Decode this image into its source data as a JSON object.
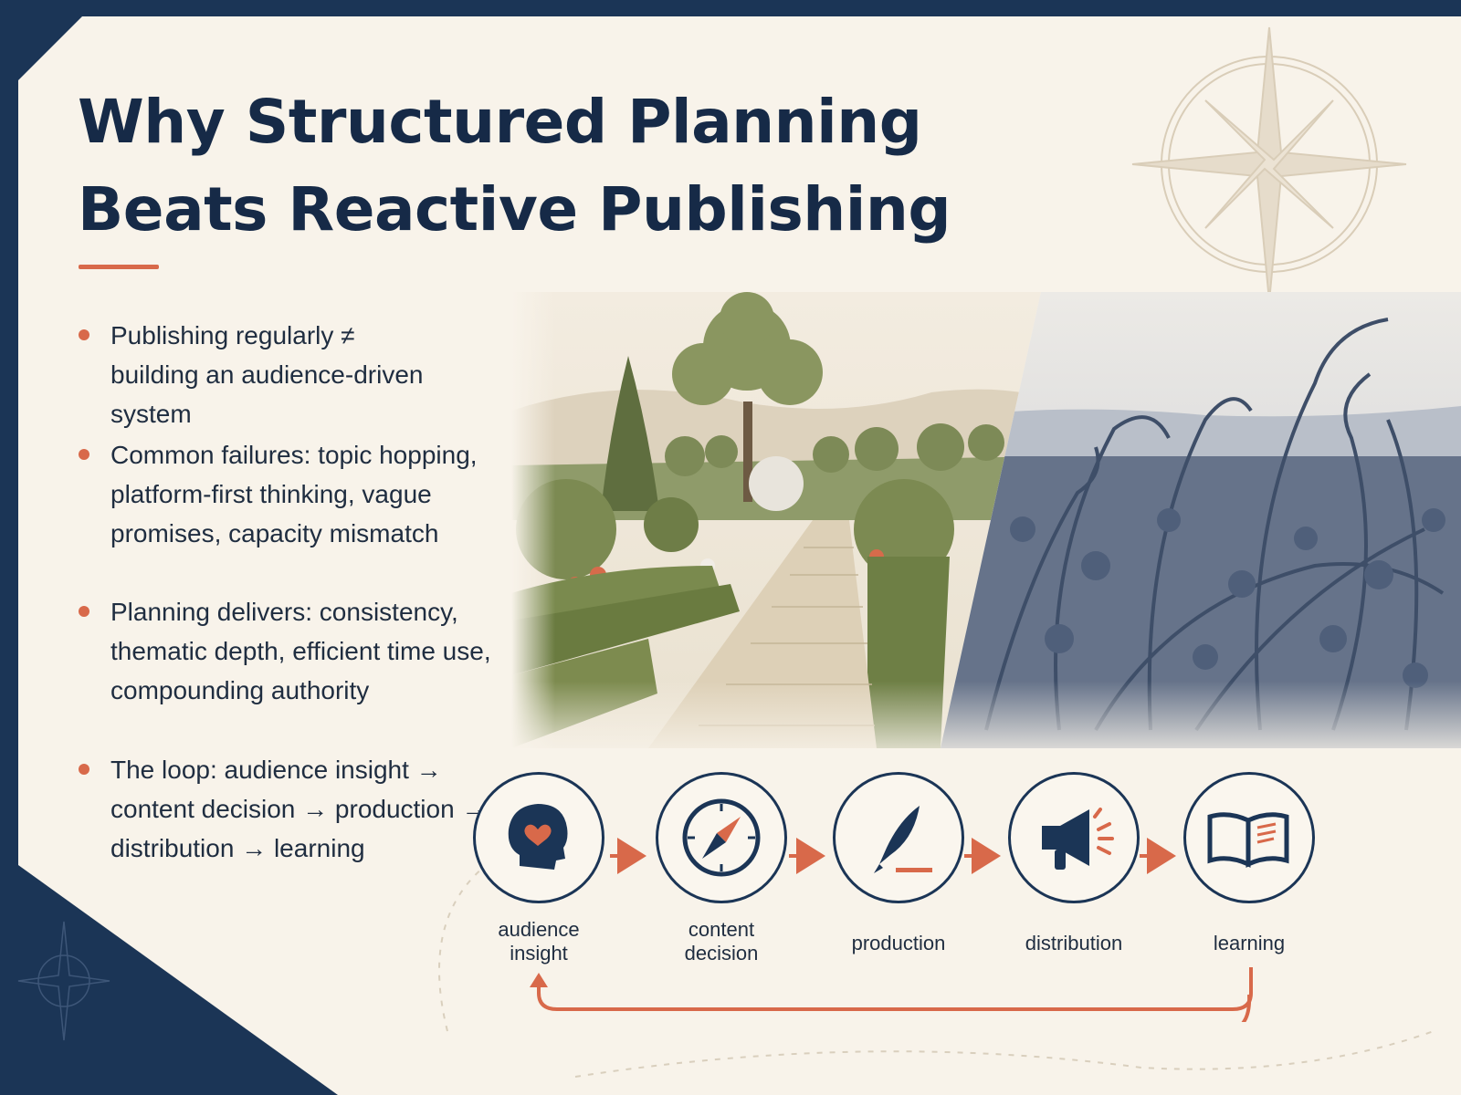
{
  "title": "Why Structured Planning Beats Reactive Publishing",
  "bullets": [
    {
      "text": "Publishing regularly ≠\nbuilding an audience-driven system"
    },
    {
      "text": "Common failures: topic hopping,\nplatform-first thinking, vague\npromises, capacity mismatch"
    },
    {
      "text": "Planning delivers: consistency,\nthematic depth, efficient time use,\ncompounding authority"
    },
    {
      "text": "The loop: audience insight →\ncontent decision → production →\ndistribution → learning"
    }
  ],
  "loop": [
    {
      "label": "audience\ninsight",
      "icon": "head-heart-icon"
    },
    {
      "label": "content\ndecision",
      "icon": "compass-icon"
    },
    {
      "label": "production",
      "icon": "quill-pen-icon"
    },
    {
      "label": "distribution",
      "icon": "megaphone-icon"
    },
    {
      "label": "learning",
      "icon": "open-book-icon"
    }
  ],
  "colors": {
    "navy": "#1b3556",
    "cream": "#f8f3ea",
    "accent": "#d8694a",
    "text": "#1f2d40"
  }
}
